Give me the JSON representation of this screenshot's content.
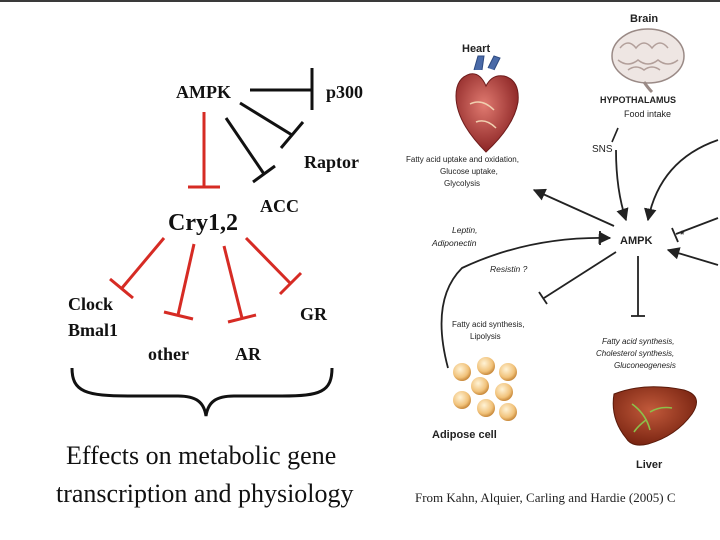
{
  "colors": {
    "inhibit_red": "#d62b24",
    "ink": "#111111"
  },
  "left": {
    "nodes": {
      "ampk": "AMPK",
      "p300": "p300",
      "raptor": "Raptor",
      "acc": "ACC",
      "cry": "Cry1,2",
      "clock": "Clock",
      "bmal": "Bmal1",
      "other": "other",
      "ar": "AR",
      "gr": "GR"
    },
    "caption_line1": "Effects on metabolic gene",
    "caption_line2": "transcription and physiology"
  },
  "right": {
    "brain": "Brain",
    "hypothalamus": "HYPOTHALAMUS",
    "food_intake": "Food intake",
    "heart": "Heart",
    "heart_effects": [
      "Fatty acid uptake and oxidation,",
      "Glucose uptake,",
      "Glycolysis"
    ],
    "sns": "SNS",
    "leptin": [
      "Leptin,",
      "Adiponectin"
    ],
    "resistin": "Resistin ?",
    "ampk": "AMPK",
    "star": "*",
    "adipose_effects": [
      "Fatty acid synthesis,",
      "Lipolysis"
    ],
    "adipose": "Adipose cell",
    "liver_effects": [
      "Fatty acid synthesis,",
      "Cholesterol synthesis,",
      "Gluconeogenesis"
    ],
    "liver": "Liver",
    "citation": "From Kahn, Alquier, Carling and Hardie (2005) C"
  }
}
